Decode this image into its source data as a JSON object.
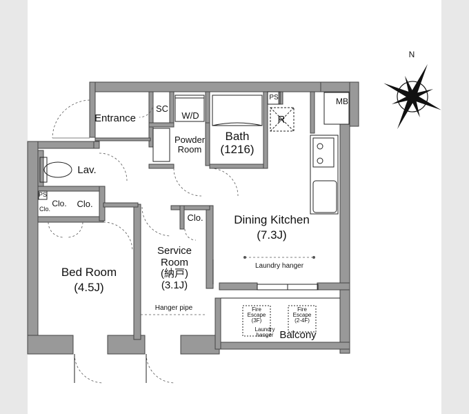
{
  "rooms": {
    "entrance": "Entrance",
    "sc": "SC",
    "wd": "W/D",
    "powder_room": [
      "Powder",
      "Room"
    ],
    "bath": [
      "Bath",
      "(1216)"
    ],
    "ps_top": "PS",
    "mb": "MB",
    "r": "R",
    "lav": "Lav.",
    "ps_left": "PS",
    "clo_small": "Clo.",
    "clo_a": "Clo.",
    "clo_b": "Clo.",
    "clo_service": "Clo.",
    "dining_kitchen": [
      "Dining Kitchen",
      "(7.3J)"
    ],
    "laundry_hanger": "Laundry hanger",
    "bed_room": [
      "Bed Room",
      "(4.5J)"
    ],
    "service_room": [
      "Service",
      "Room",
      "(納戸)",
      "(3.1J)"
    ],
    "hanger_pipe": "Hanger pipe",
    "fire_escape_3f": [
      "Fire",
      "Escape",
      "(3F)"
    ],
    "fire_escape_24f": [
      "Fire",
      "Escape",
      "(2-4F)"
    ],
    "balcony_laundry": [
      "Laundry",
      "hanger"
    ],
    "balcony": "Balcony"
  },
  "compass": {
    "north": "N"
  }
}
